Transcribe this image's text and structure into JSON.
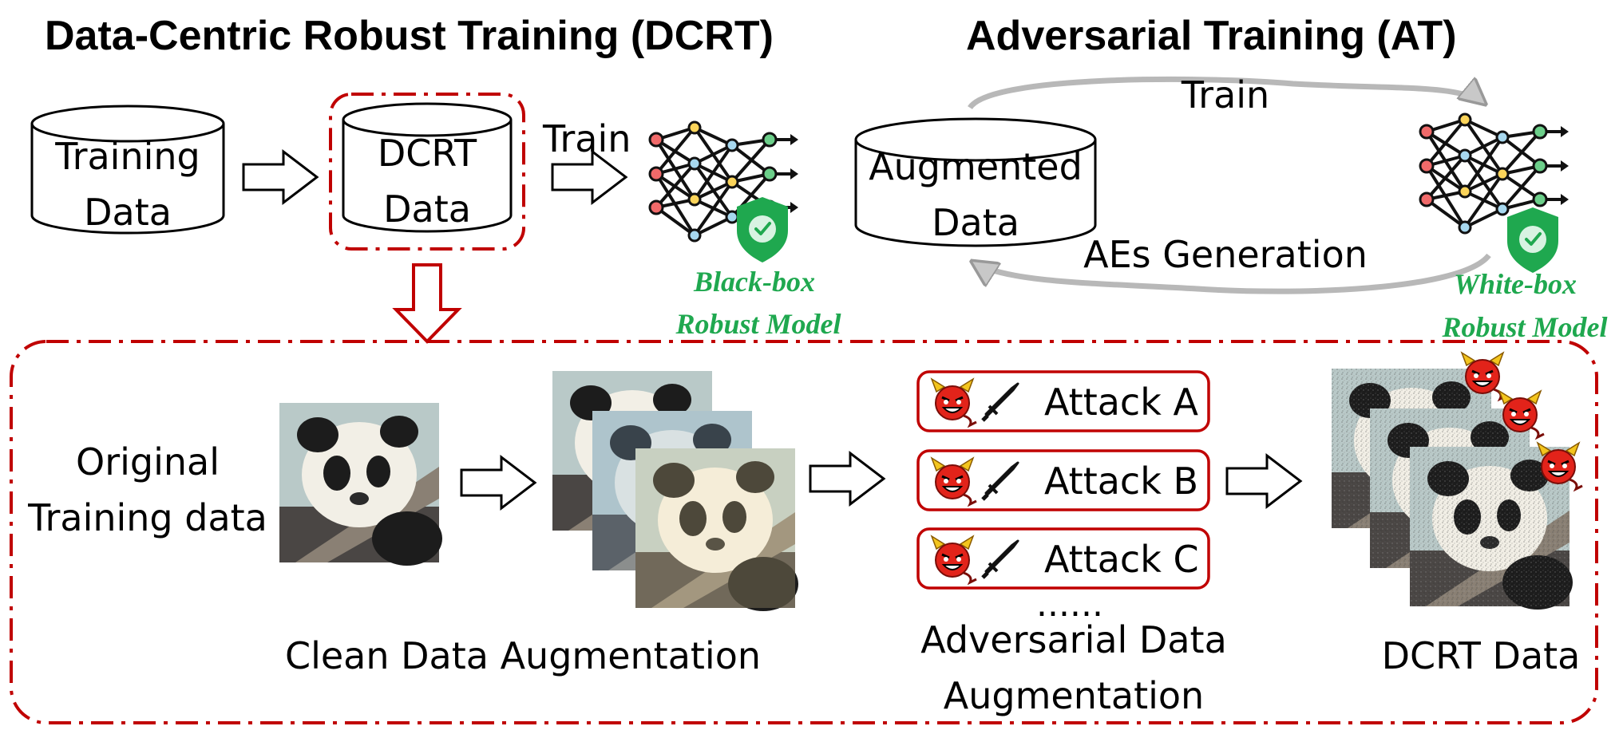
{
  "titles": {
    "dcrt": "Data-Centric Robust Training (DCRT)",
    "at": "Adversarial Training (AT)"
  },
  "dcrt_pipeline": {
    "training_data": [
      "Training",
      "Data"
    ],
    "dcrt_data": [
      "DCRT",
      "Data"
    ],
    "train_label": "Train",
    "model_caption": [
      "Black-box",
      "Robust Model"
    ]
  },
  "at_pipeline": {
    "augmented_data": [
      "Augmented",
      "Data"
    ],
    "train_label": "Train",
    "aes_label": "AEs Generation",
    "model_caption": [
      "White-box",
      "Robust Model"
    ]
  },
  "details": {
    "original_label": [
      "Original",
      "Training data"
    ],
    "clean_aug_label": "Clean Data Augmentation",
    "attacks": [
      "Attack A",
      "Attack B",
      "Attack C"
    ],
    "ellipsis": "......",
    "adv_aug_label": [
      "Adversarial Data",
      "Augmentation"
    ],
    "dcrt_data_label": "DCRT Data"
  },
  "colors": {
    "dashed_red": "#c00000",
    "caption_green": "#1fa84f",
    "shield_green": "#1fa84f",
    "devil_red": "#e2231a"
  },
  "icons": {
    "model": "neural-network-icon",
    "shield": "shield-check-icon",
    "attacker": "devil-icon",
    "weapon": "sword-icon"
  }
}
